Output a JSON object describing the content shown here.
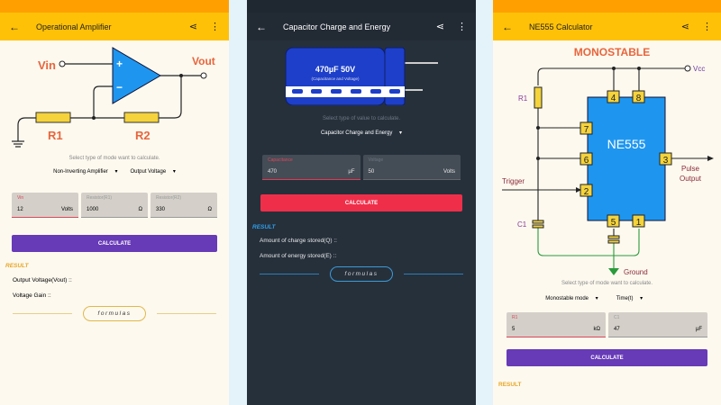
{
  "colors": {
    "light_status": "#ffa000",
    "toolbar": "#ffc107",
    "purple_button": "#673ab7",
    "red_button": "#ef2f4a",
    "dark_bg": "#26303b",
    "result_gold": "#e8a626",
    "result_blue": "#2f9ee8"
  },
  "opamp": {
    "title": "Operational Amplifier",
    "back_icon": "arrow-left",
    "share_icon": "share",
    "menu_icon": "more-vert",
    "diagram": {
      "vin": "Vin",
      "vout": "Vout",
      "plus": "+",
      "minus": "−",
      "r1": "R1",
      "r2": "R2"
    },
    "hint": "Select type of mode want to calculate.",
    "mode": "Non-Inverting Amplifier",
    "target": "Output Voltage",
    "fields": [
      {
        "label": "Vin",
        "value": "12",
        "unit": "Volts"
      },
      {
        "label": "Resistor(R1)",
        "value": "1000",
        "unit": "Ω"
      },
      {
        "label": "Resistor(R2)",
        "value": "330",
        "unit": "Ω"
      }
    ],
    "calculate": "CALCULATE",
    "result": "RESULT",
    "results": [
      "Output Voltage(Vout) ::",
      "Voltage Gain ::"
    ],
    "formulas": "formulas"
  },
  "capacitor": {
    "title": "Capacitor Charge and Energy",
    "diagram": {
      "rating": "470µF 50V",
      "sub": "(Capacitance and Voltage)"
    },
    "hint": "Select type of value to calculate.",
    "mode": "Capacitor Charge and Energy",
    "fields": [
      {
        "label": "Capacitance",
        "value": "470",
        "unit": "µF"
      },
      {
        "label": "Voltage",
        "value": "50",
        "unit": "Volts"
      }
    ],
    "calculate": "CALCULATE",
    "result": "RESULT",
    "results": [
      "Amount of charge stored(Q) ::",
      "Amount of energy stored(E) ::"
    ],
    "formulas": "formulas"
  },
  "ne555": {
    "title": "NE555 Calculator",
    "diagram": {
      "heading": "MONOSTABLE",
      "chip": "NE555",
      "vcc": "Vcc",
      "r1": "R1",
      "c1": "C1",
      "trigger": "Trigger",
      "output1": "Pulse",
      "output2": "Output",
      "ground": "Ground",
      "pins": [
        "4",
        "8",
        "7",
        "6",
        "2",
        "3",
        "5",
        "1"
      ]
    },
    "hint": "Select type of mode want to calculate.",
    "mode": "Monostable mode",
    "target": "Time(t)",
    "fields": [
      {
        "label": "R1",
        "value": "5",
        "unit": "kΩ"
      },
      {
        "label": "C1",
        "value": "47",
        "unit": "µF"
      }
    ],
    "calculate": "CALCULATE",
    "result": "RESULT"
  }
}
